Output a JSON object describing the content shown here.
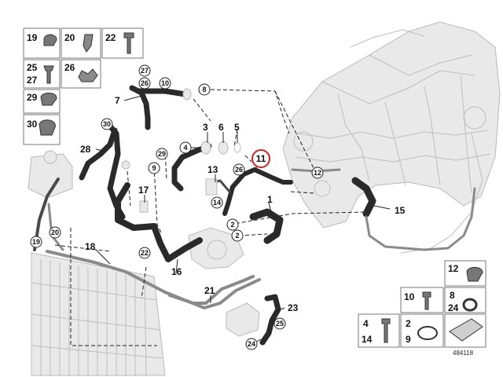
{
  "diagram": {
    "reference_number": "484118",
    "main_labels": {
      "1": "1",
      "3": "3",
      "6": "6",
      "5": "5",
      "7": "7",
      "11": "11",
      "13": "13",
      "15": "15",
      "16": "16",
      "17": "17",
      "18": "18",
      "21": "21",
      "23": "23",
      "28": "28"
    },
    "circled_labels": {
      "c2a": "2",
      "c2b": "2",
      "c4": "4",
      "c8": "8",
      "c9": "9",
      "c10": "10",
      "c12": "12",
      "c14": "14",
      "c19": "19",
      "c20": "20",
      "c22": "22",
      "c24": "24",
      "c25": "25",
      "c26a": "26",
      "c26b": "26",
      "c27": "27",
      "c29": "29",
      "c30": "30"
    },
    "highlighted_part": "11",
    "highlight_color": "#cc2222",
    "legend_left": [
      {
        "nums": [
          "19"
        ]
      },
      {
        "nums": [
          "20"
        ]
      },
      {
        "nums": [
          "22"
        ]
      },
      {
        "nums": [
          "25",
          "27"
        ]
      },
      {
        "nums": [
          "26"
        ]
      },
      {
        "nums": [
          "29"
        ]
      },
      {
        "nums": [
          "30"
        ]
      }
    ],
    "legend_right": [
      {
        "nums": [
          "12"
        ]
      },
      {
        "nums": [
          "10"
        ]
      },
      {
        "nums": [
          "8",
          "24"
        ]
      },
      {
        "nums": [
          "4",
          "14"
        ]
      },
      {
        "nums": [
          "2",
          "9"
        ]
      },
      {
        "nums": []
      }
    ]
  }
}
